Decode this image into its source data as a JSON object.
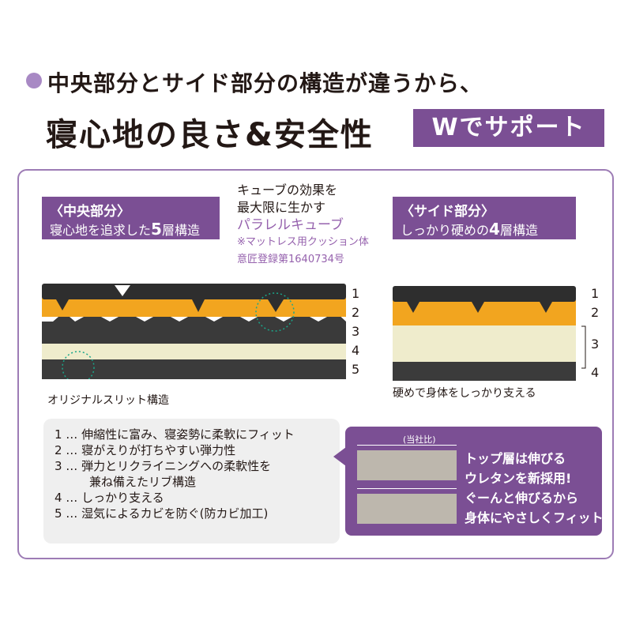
{
  "header": {
    "line1": "中央部分とサイド部分の構造が違うから、",
    "line2": "寝心地の良さ&安全性",
    "badge": "Wでサポート"
  },
  "center_label": {
    "line1": "〈中央部分〉",
    "line2_prefix": "寝心地を追求した",
    "line2_big": "5",
    "line2_suffix": "層構造"
  },
  "cube_note": {
    "line1": "キューブの効果を",
    "line2": "最大限に生かす",
    "line3": "パラレルキューブ",
    "line4": "※マットレス用クッション体",
    "line5": "意匠登録第1640734号"
  },
  "side_label": {
    "line1": "〈サイド部分〉",
    "line2_prefix": "しっかり硬めの",
    "line2_big": "4",
    "line2_suffix": "層構造"
  },
  "center_layers": [
    "1",
    "2",
    "3",
    "4",
    "5"
  ],
  "side_layers": [
    "1",
    "2",
    "3",
    "4"
  ],
  "center_caption": "オリジナルスリット構造",
  "side_caption": "硬めで身体をしっかり支える",
  "features": [
    "1 … 伸縮性に富み、寝姿勢に柔軟にフィット",
    "2 … 寝がえりが打ちやすい弾力性",
    "3 … 弾力とリクライニングへの柔軟性を",
    "兼ね備えたリブ構造",
    "4 … しっかり支える",
    "5 … 湿気によるカビを防ぐ(防カビ加工)"
  ],
  "comparison_label": "(当社比)",
  "top_layer_note": [
    "トップ層は伸びる",
    "ウレタンを新採用!",
    "ぐーんと伸びるから",
    "身体にやさしくフィット"
  ],
  "colors": {
    "accent": "#7b4f94",
    "light_accent": "#a889c4",
    "foam_top": "#3a3a3a",
    "foam_orange": "#f2a51f",
    "foam_cream": "#efeccc"
  }
}
